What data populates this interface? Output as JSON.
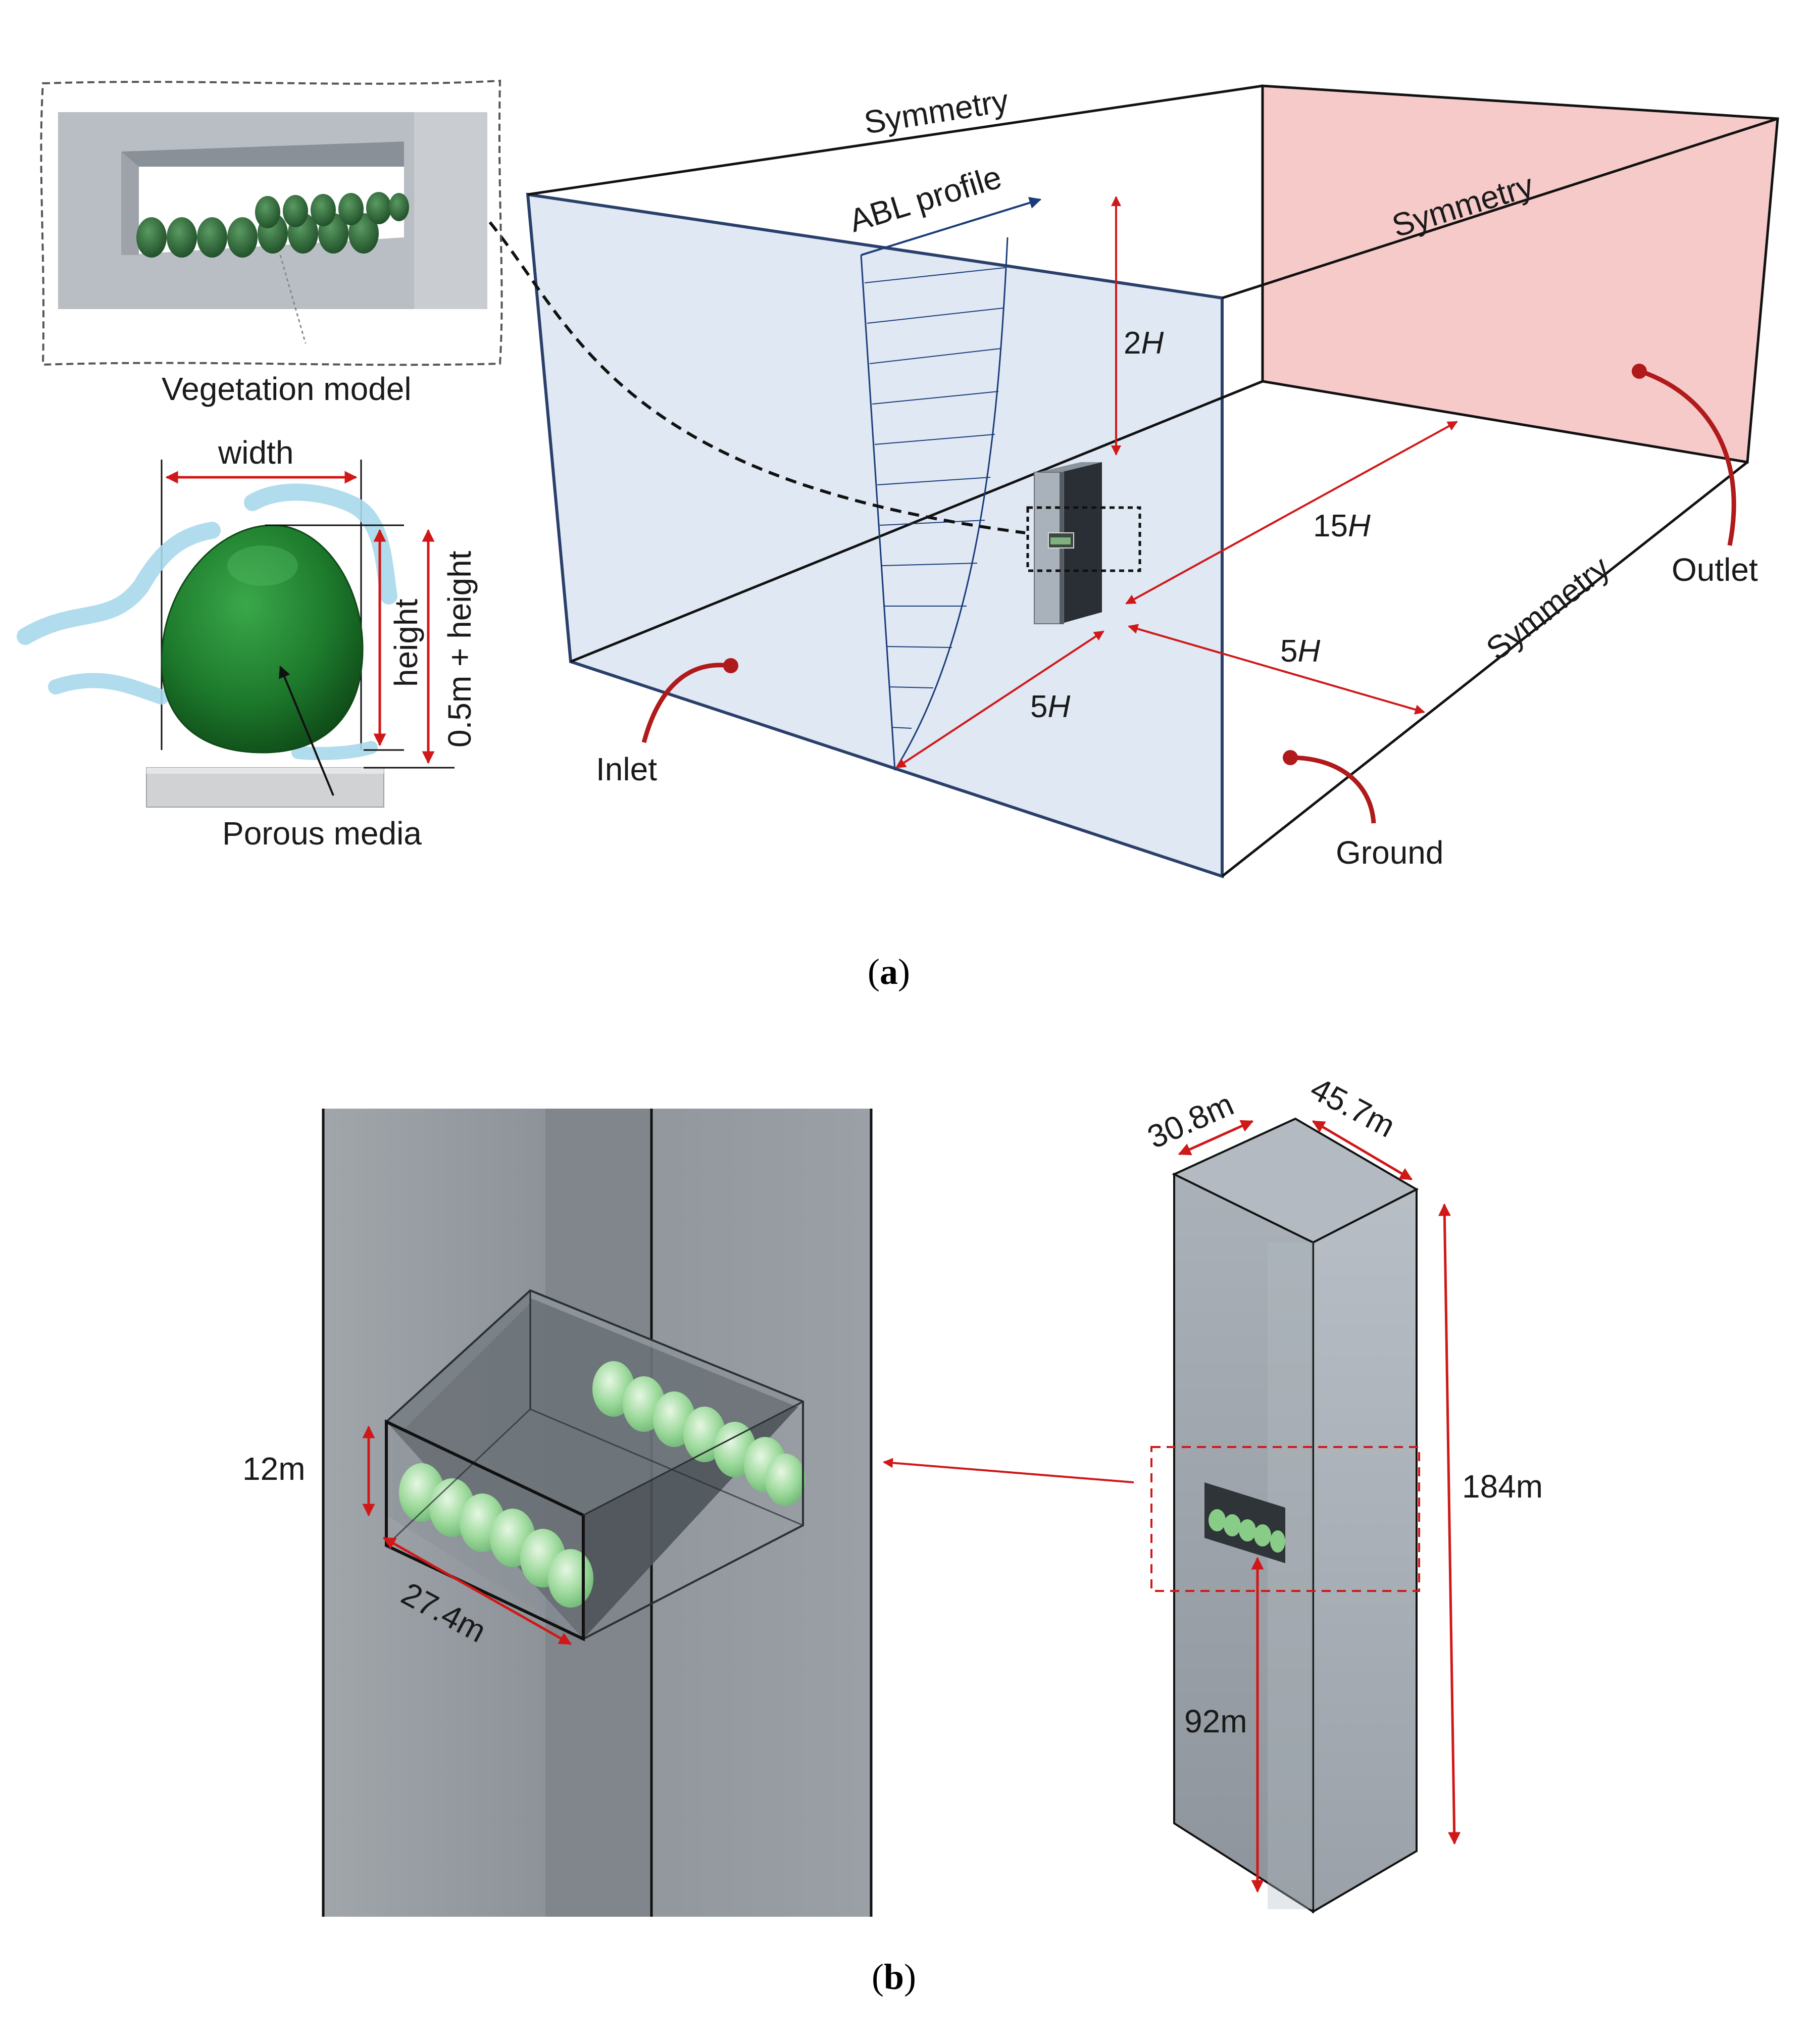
{
  "panel_a": {
    "labels": {
      "symmetry_top": "Symmetry",
      "symmetry_back": "Symmetry",
      "symmetry_side": "Symmetry",
      "abl_profile": "ABL profile",
      "dim_2h_num": "2",
      "dim_15h_num": "15",
      "dim_5h_front_num": "5",
      "dim_5h_side_num": "5",
      "h_symbol": "H",
      "inlet": "Inlet",
      "outlet": "Outlet",
      "ground": "Ground",
      "vegetation_model": "Vegetation model",
      "width": "width",
      "height": "height",
      "offset_height": "0.5m + height",
      "porous_media": "Porous media"
    },
    "caption": "a"
  },
  "panel_b": {
    "labels": {
      "box_height": "12m",
      "box_length": "27.4m",
      "tower_depth": "30.8m",
      "tower_width": "45.7m",
      "tower_height": "184m",
      "opening_elevation": "92m"
    },
    "caption": "b"
  },
  "colors": {
    "domain_inlet_fill": "#dde7f3",
    "outlet_fill": "#f6c9c9",
    "dimension_arrow": "#cc1f1f",
    "tree_green": "#1f6b2a",
    "airflow": "#a9d8ec",
    "building_grey": "#8e949b"
  }
}
